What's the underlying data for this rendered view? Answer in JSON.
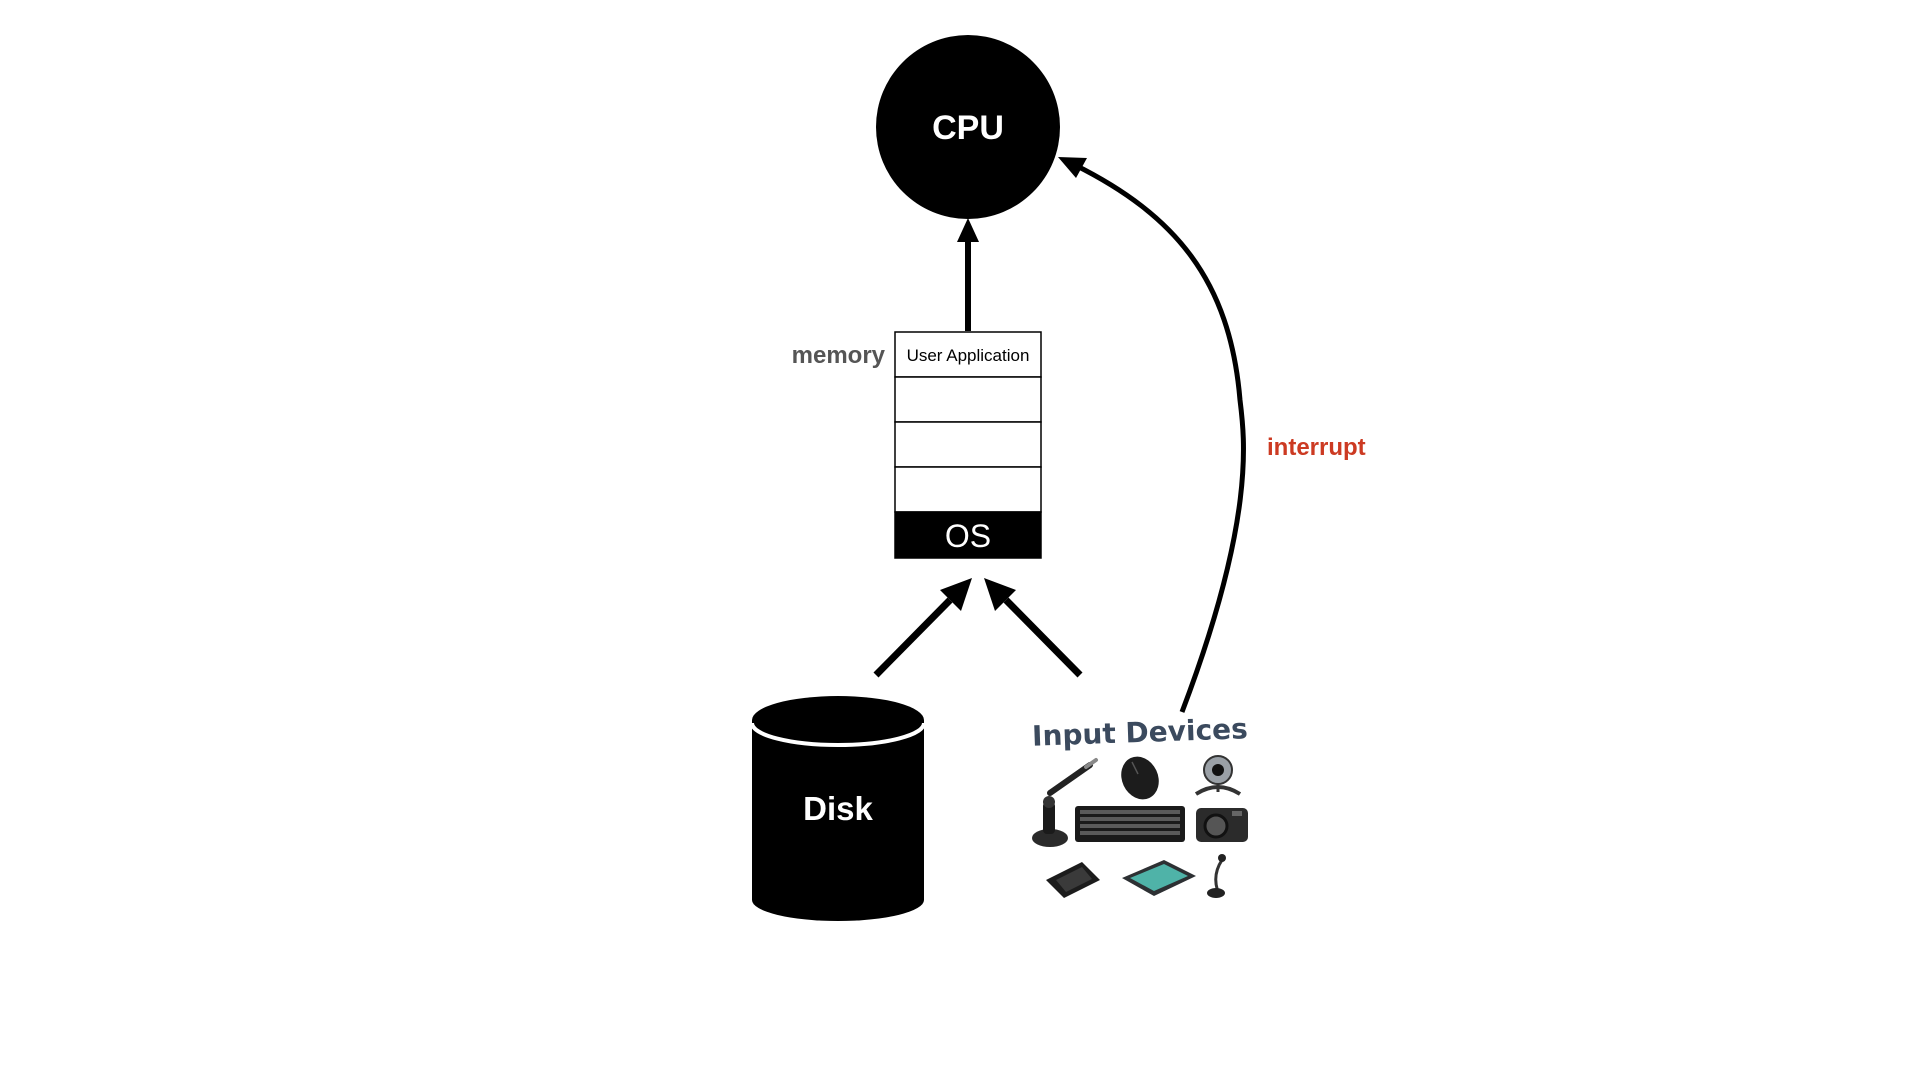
{
  "cpu": {
    "label": "CPU"
  },
  "memory": {
    "label": "memory",
    "slots": [
      "User Application",
      "",
      "",
      ""
    ],
    "os_label": "OS"
  },
  "disk": {
    "label": "Disk"
  },
  "input_devices": {
    "title": "Input Devices",
    "items": [
      "stylus-pen",
      "mouse",
      "webcam",
      "joystick",
      "keyboard",
      "digital-camera",
      "graphics-tablet",
      "scanner",
      "microphone"
    ]
  },
  "interrupt": {
    "label": "interrupt"
  },
  "colors": {
    "ink": "#000000",
    "memory_label": "#555555",
    "interrupt_label": "#cc3a22",
    "devices_title": "#3b4a5e"
  }
}
